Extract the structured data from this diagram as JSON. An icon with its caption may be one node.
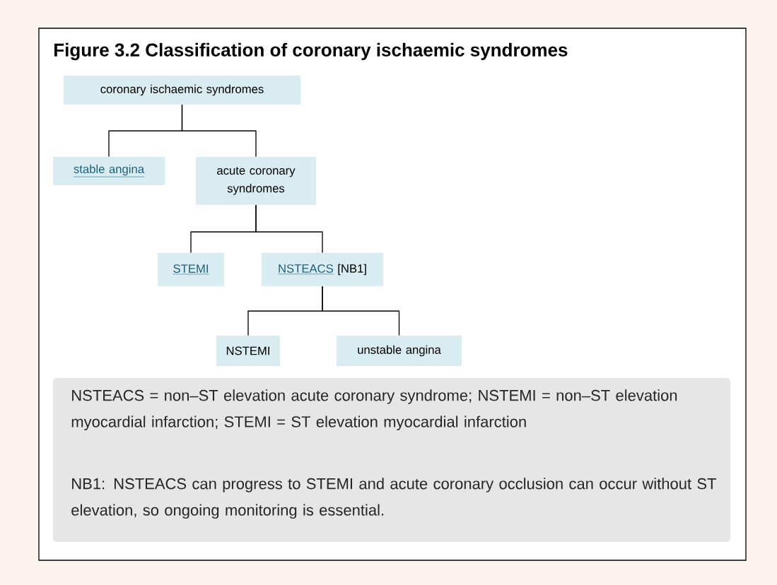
{
  "diagram": {
    "title": "Figure 3.2 Classification of coronary ischaemic syndromes",
    "nodes": [
      {
        "text": [
          "coronary ischaemic syndromes"
        ]
      },
      {
        "text": [
          "stable angina"
        ]
      },
      {
        "text": [
          "acute coronary syndromes"
        ]
      },
      {
        "text": [
          "STEMI"
        ]
      },
      {
        "text": [
          "NSTEACS",
          "[NB1]"
        ]
      },
      {
        "text": [
          "NSTEMI"
        ]
      },
      {
        "text": [
          "unstable angina"
        ]
      }
    ],
    "edges": [
      {
        "from": 0,
        "to": 1,
        "arrow": "none"
      },
      {
        "from": 0,
        "to": 2,
        "arrow": "none"
      },
      {
        "from": 2,
        "to": 3,
        "arrow": "none"
      },
      {
        "from": 2,
        "to": 4,
        "arrow": "none"
      },
      {
        "from": 4,
        "to": 5,
        "arrow": "none"
      },
      {
        "from": 4,
        "to": 6,
        "arrow": "none"
      }
    ],
    "labels": [
      "NSTEACS = non–ST elevation acute coronary syndrome; NSTEMI = non–ST elevation myocardial infarction; STEMI = ST elevation myocardial infarction",
      "NB1: NSTEACS can progress to STEMI and acute coronary occlusion can occur without ST elevation, so ongoing monitoring is essential."
    ]
  }
}
